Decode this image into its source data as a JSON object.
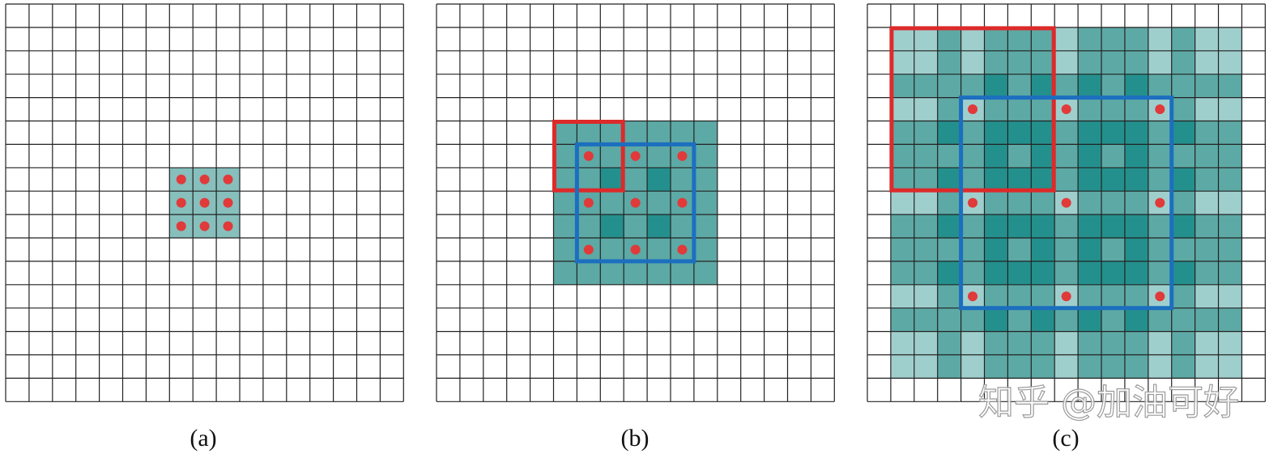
{
  "figure": {
    "grid_cells_per_side": 17,
    "colors": {
      "grid_line": "#222222",
      "light_teal": "#9fcfcd",
      "mid_teal": "#5da9a5",
      "dark_teal": "#24908d",
      "red_point": "#e03a3a",
      "red_box": "#dd2a2a",
      "blue_box": "#1c6fbf"
    },
    "panels": [
      {
        "caption": "(a)",
        "sample_spacing": 1,
        "highlight": false
      },
      {
        "caption": "(b)",
        "sample_spacing": 2,
        "highlight": true
      },
      {
        "caption": "(c)",
        "sample_spacing": 4,
        "highlight": true
      }
    ],
    "watermark": "知乎 @加油可好"
  }
}
